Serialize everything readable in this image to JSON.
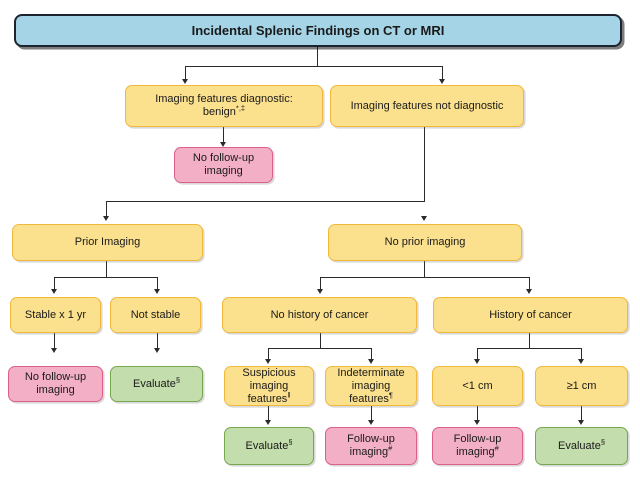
{
  "diagram": {
    "title": "Incidental Splenic Findings on CT or MRI",
    "nodes": {
      "root": "Incidental Splenic Findings on CT or MRI",
      "dx_benign_line1": "Imaging features diagnostic:",
      "dx_benign_line2": "benign",
      "dx_benign_sup": "*,‡",
      "not_dx": "Imaging features not diagnostic",
      "no_followup_1_line1": "No follow-up",
      "no_followup_1_line2": "imaging",
      "prior_imaging": "Prior Imaging",
      "no_prior_imaging": "No prior imaging",
      "stable_1yr": "Stable x 1 yr",
      "not_stable": "Not stable",
      "no_followup_2_line1": "No follow-up",
      "no_followup_2_line2": "imaging",
      "evaluate_1": "Evaluate",
      "evaluate_1_sup": "§",
      "no_history_cancer": "No history of cancer",
      "history_cancer": "History of cancer",
      "suspicious_line1": "Suspicious",
      "suspicious_line2": "imaging features",
      "suspicious_sup": "‖",
      "indeterminate_line1": "Indeterminate",
      "indeterminate_line2": "imaging features",
      "indeterminate_sup": "¶",
      "lt_1cm": "<1 cm",
      "ge_1cm": "≥1 cm",
      "evaluate_2": "Evaluate",
      "evaluate_2_sup": "§",
      "followup_1_line1": "Follow-up",
      "followup_1_line2": "imaging",
      "followup_1_sup": "#",
      "followup_2_line1": "Follow-up",
      "followup_2_line2": "imaging",
      "followup_2_sup": "#",
      "evaluate_3": "Evaluate",
      "evaluate_3_sup": "§"
    },
    "colors": {
      "header_fill": "#A4D4E6",
      "header_border": "#1d2430",
      "decision_fill": "#FBE08D",
      "decision_border": "#F2B83C",
      "stop_fill": "#F2AFC6",
      "stop_border": "#DE5F8C",
      "action_fill": "#C3DDAC",
      "action_border": "#76A84E",
      "connector": "#2b2b2b"
    }
  }
}
